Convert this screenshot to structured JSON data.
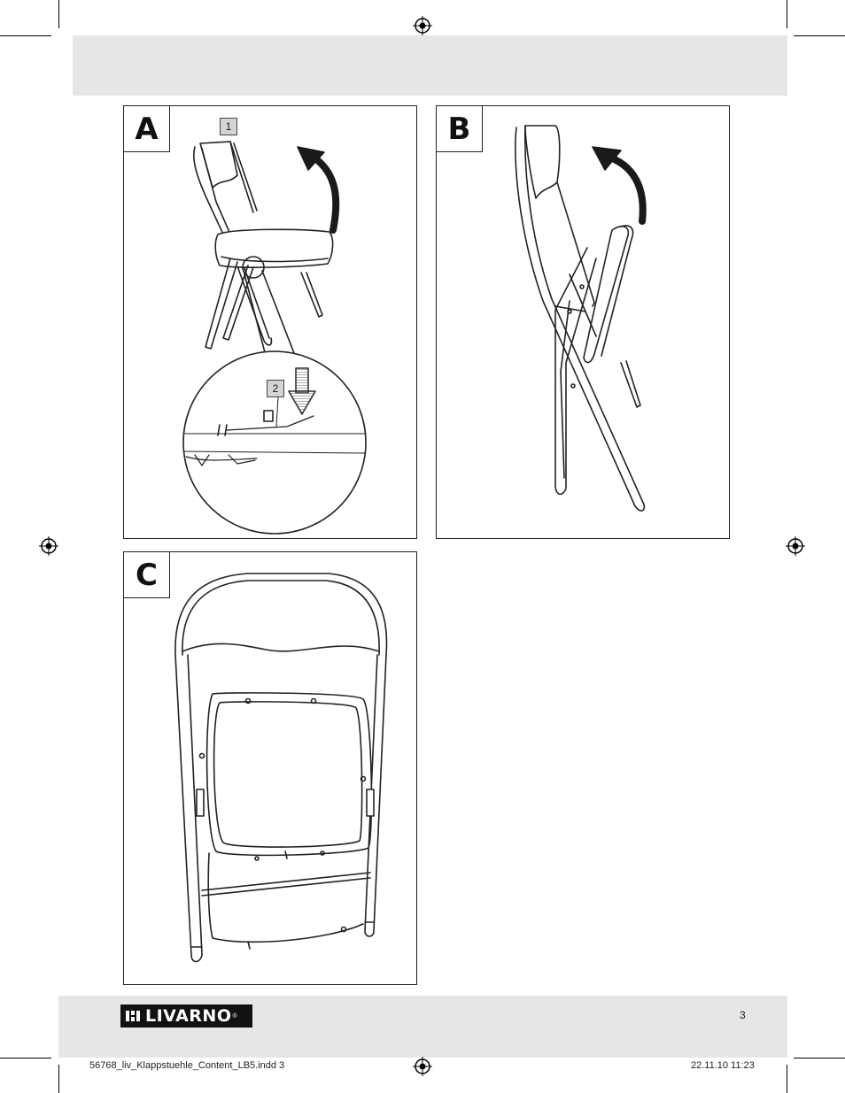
{
  "figures": {
    "a": {
      "label": "A",
      "callout": "1",
      "detail_callout": "2"
    },
    "b": {
      "label": "B"
    },
    "c": {
      "label": "C"
    }
  },
  "brand": {
    "logo_text": "LIVARNO",
    "registered_mark": "®"
  },
  "page_number": "3",
  "slug": {
    "file_info": "56768_liv_Klappstuehle_Content_LB5.indd   3",
    "date_time": "22.11.10   11:23"
  }
}
